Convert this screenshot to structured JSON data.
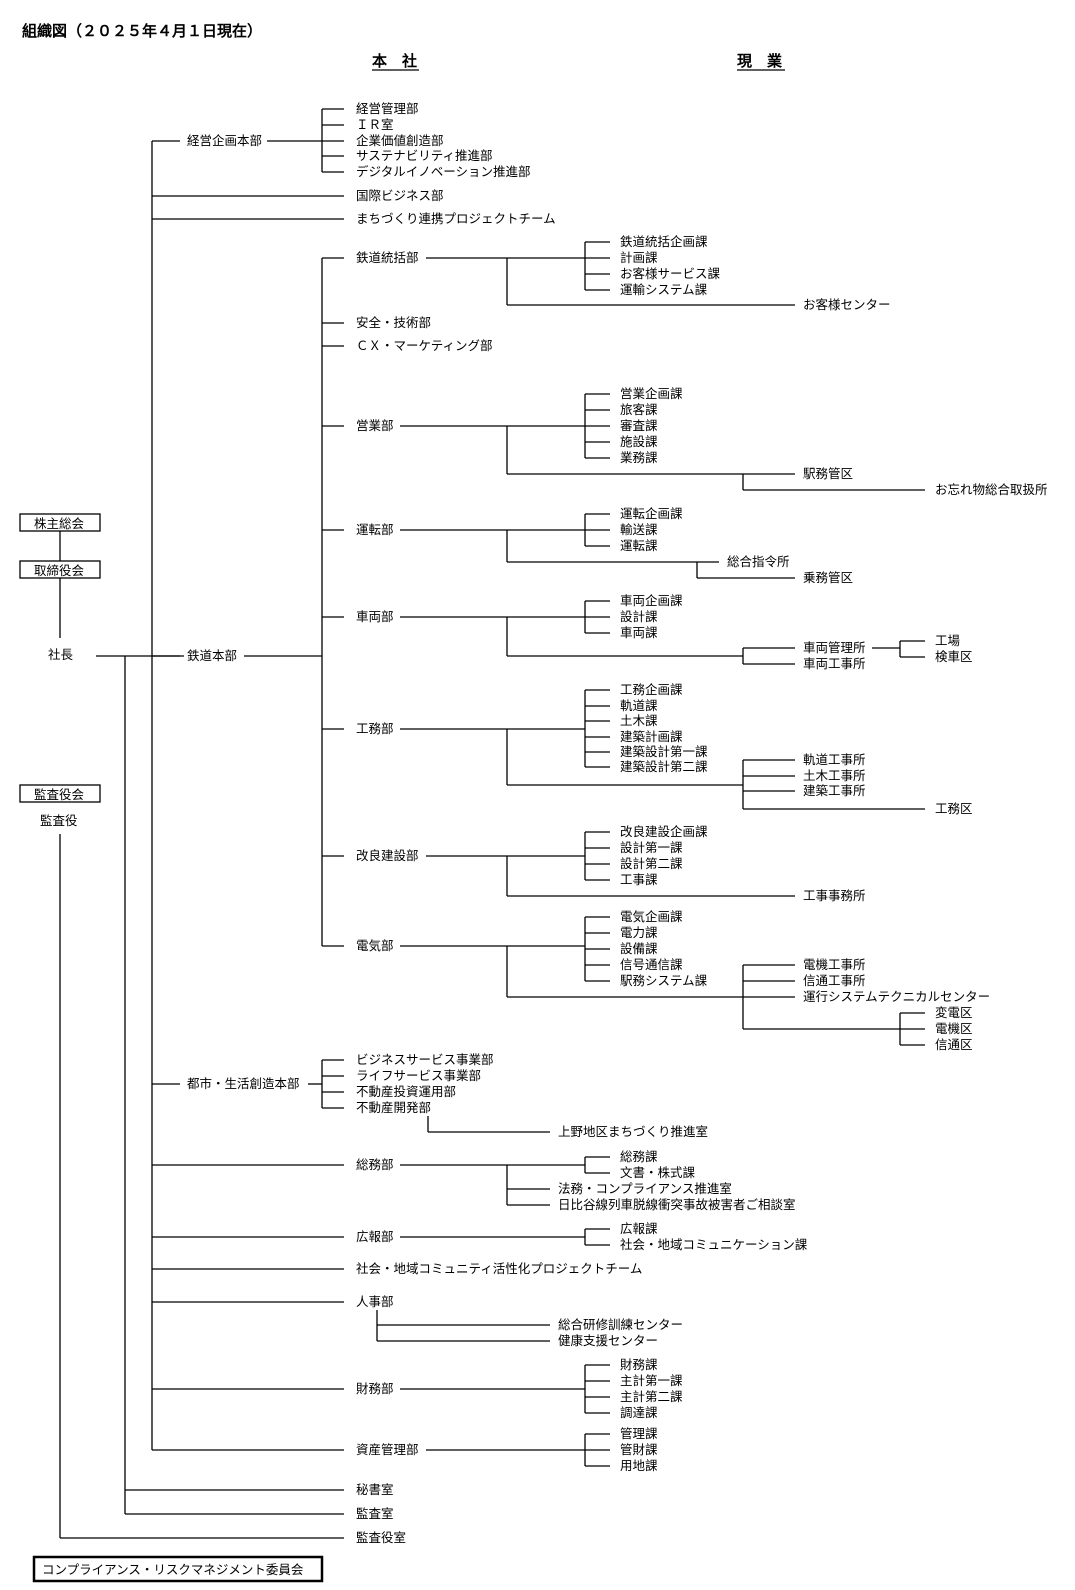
{
  "title": "組織図（２０２５年４月１日現在）",
  "headings": {
    "honsha": "本　社",
    "gengyo": "現　業"
  },
  "top": {
    "shareholders": "株主総会",
    "board": "取締役会",
    "president": "社長",
    "audit_board": "監査役会",
    "auditor": "監査役",
    "compliance": "コンプライアンス・リスクマネジメント委員会"
  },
  "keiei": {
    "name": "経営企画本部",
    "items": [
      "経営管理部",
      "ＩＲ室",
      "企業価値創造部",
      "サステナビリティ推進部",
      "デジタルイノベーション推進部"
    ]
  },
  "kokusai": "国際ビジネス部",
  "machi_pt": "まちづくり連携プロジェクトチーム",
  "tetsudo": {
    "name": "鉄道本部",
    "tokatsu": {
      "name": "鉄道統括部",
      "sections": [
        "鉄道統括企画課",
        "計画課",
        "お客様サービス課",
        "運輸システム課"
      ],
      "center": "お客様センター"
    },
    "anzen": "安全・技術部",
    "cx": "ＣＸ・マーケティング部",
    "eigyo": {
      "name": "営業部",
      "sections": [
        "営業企画課",
        "旅客課",
        "審査課",
        "施設課",
        "業務課"
      ],
      "ekimu": "駅務管区",
      "wasuremono": "お忘れ物総合取扱所"
    },
    "unten": {
      "name": "運転部",
      "sections": [
        "運転企画課",
        "輸送課",
        "運転課"
      ],
      "shirei": "総合指令所",
      "jomu": "乗務管区"
    },
    "sharyo": {
      "name": "車両部",
      "sections": [
        "車両企画課",
        "設計課",
        "車両課"
      ],
      "kanri": "車両管理所",
      "koji": "車両工事所",
      "kojo": "工場",
      "kensha": "検車区"
    },
    "komu": {
      "name": "工務部",
      "sections": [
        "工務企画課",
        "軌道課",
        "土木課",
        "建築計画課",
        "建築設計第一課",
        "建築設計第二課"
      ],
      "field": [
        "軌道工事所",
        "土木工事所",
        "建築工事所"
      ],
      "komuku": "工務区"
    },
    "kairyo": {
      "name": "改良建設部",
      "sections": [
        "改良建設企画課",
        "設計第一課",
        "設計第二課",
        "工事課"
      ],
      "jimusho": "工事事務所"
    },
    "denki": {
      "name": "電気部",
      "sections": [
        "電気企画課",
        "電力課",
        "設備課",
        "信号通信課",
        "駅務システム課"
      ],
      "field": [
        "電機工事所",
        "信通工事所",
        "運行システムテクニカルセンター"
      ],
      "ku": [
        "変電区",
        "電機区",
        "信通区"
      ]
    }
  },
  "toshi": {
    "name": "都市・生活創造本部",
    "items": [
      "ビジネスサービス事業部",
      "ライフサービス事業部",
      "不動産投資運用部",
      "不動産開発部"
    ],
    "ueno": "上野地区まちづくり推進室"
  },
  "somu": {
    "name": "総務部",
    "sections": [
      "総務課",
      "文書・株式課"
    ],
    "others": [
      "法務・コンプライアンス推進室",
      "日比谷線列車脱線衝突事故被害者ご相談室"
    ]
  },
  "koho": {
    "name": "広報部",
    "sections": [
      "広報課",
      "社会・地域コミュニケーション課"
    ]
  },
  "shakai_pt": "社会・地域コミュニティ活性化プロジェクトチーム",
  "jinji": {
    "name": "人事部",
    "centers": [
      "総合研修訓練センター",
      "健康支援センター"
    ]
  },
  "zaimu": {
    "name": "財務部",
    "sections": [
      "財務課",
      "主計第一課",
      "主計第二課",
      "調達課"
    ]
  },
  "shisan": {
    "name": "資産管理部",
    "sections": [
      "管理課",
      "管財課",
      "用地課"
    ]
  },
  "hisho": "秘書室",
  "kansa": "監査室",
  "kansayaku_shitsu": "監査役室"
}
